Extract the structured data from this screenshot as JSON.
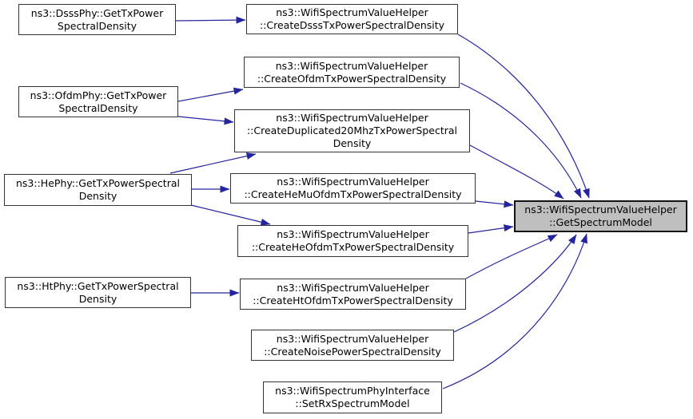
{
  "colors": {
    "edge": "#24249d",
    "node_fill": "#ffffff",
    "node_border": "#353535",
    "highlight_fill": "#bfbfbf",
    "text": "#000000",
    "background": "#ffffff"
  },
  "nodes": {
    "dsss_phy": {
      "label": "ns3::DsssPhy::GetTxPower\nSpectralDensity"
    },
    "ofdm_phy": {
      "label": "ns3::OfdmPhy::GetTxPower\nSpectralDensity"
    },
    "he_phy": {
      "label": "ns3::HePhy::GetTxPowerSpectral\nDensity"
    },
    "ht_phy": {
      "label": "ns3::HtPhy::GetTxPowerSpectral\nDensity"
    },
    "create_dsss": {
      "label": "ns3::WifiSpectrumValueHelper\n::CreateDsssTxPowerSpectralDensity"
    },
    "create_ofdm": {
      "label": "ns3::WifiSpectrumValueHelper\n::CreateOfdmTxPowerSpectralDensity"
    },
    "create_duplicated": {
      "label": "ns3::WifiSpectrumValueHelper\n::CreateDuplicated20MhzTxPowerSpectral\nDensity"
    },
    "create_he_mu": {
      "label": "ns3::WifiSpectrumValueHelper\n::CreateHeMuOfdmTxPowerSpectralDensity"
    },
    "create_he_ofdm": {
      "label": "ns3::WifiSpectrumValueHelper\n::CreateHeOfdmTxPowerSpectralDensity"
    },
    "create_ht_ofdm": {
      "label": "ns3::WifiSpectrumValueHelper\n::CreateHtOfdmTxPowerSpectralDensity"
    },
    "create_noise": {
      "label": "ns3::WifiSpectrumValueHelper\n::CreateNoisePowerSpectralDensity"
    },
    "set_rx": {
      "label": "ns3::WifiSpectrumPhyInterface\n::SetRxSpectrumModel"
    },
    "get_spectrum_model": {
      "label": "ns3::WifiSpectrumValueHelper\n::GetSpectrumModel"
    }
  }
}
